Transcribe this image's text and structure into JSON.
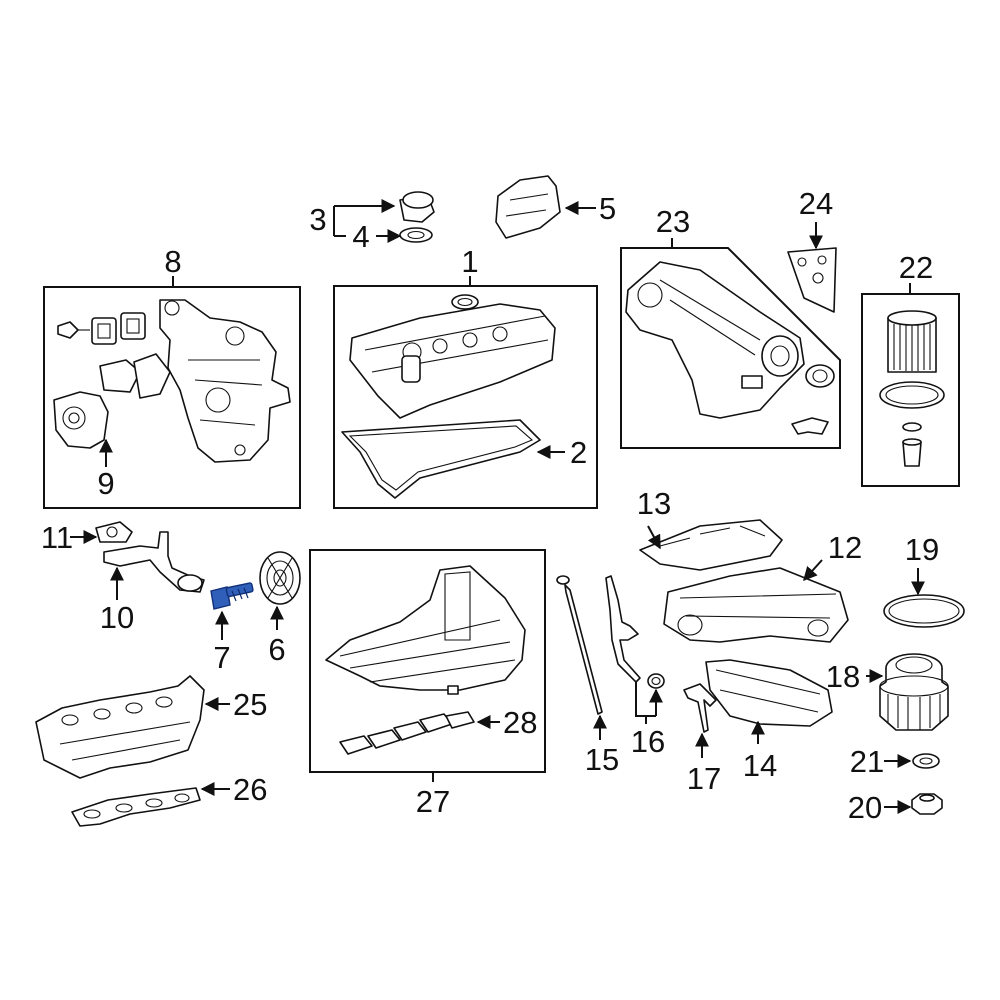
{
  "labels": {
    "l1": "1",
    "l2": "2",
    "l3": "3",
    "l4": "4",
    "l5": "5",
    "l6": "6",
    "l7": "7",
    "l8": "8",
    "l9": "9",
    "l10": "10",
    "l11": "11",
    "l12": "12",
    "l13": "13",
    "l14": "14",
    "l15": "15",
    "l16": "16",
    "l17": "17",
    "l18": "18",
    "l19": "19",
    "l20": "20",
    "l21": "21",
    "l22": "22",
    "l23": "23",
    "l24": "24",
    "l25": "25",
    "l26": "26",
    "l27": "27",
    "l28": "28"
  },
  "colors": {
    "highlight": "#2f5fb8",
    "line": "#111111",
    "background": "#ffffff"
  },
  "highlighted_part": "7"
}
